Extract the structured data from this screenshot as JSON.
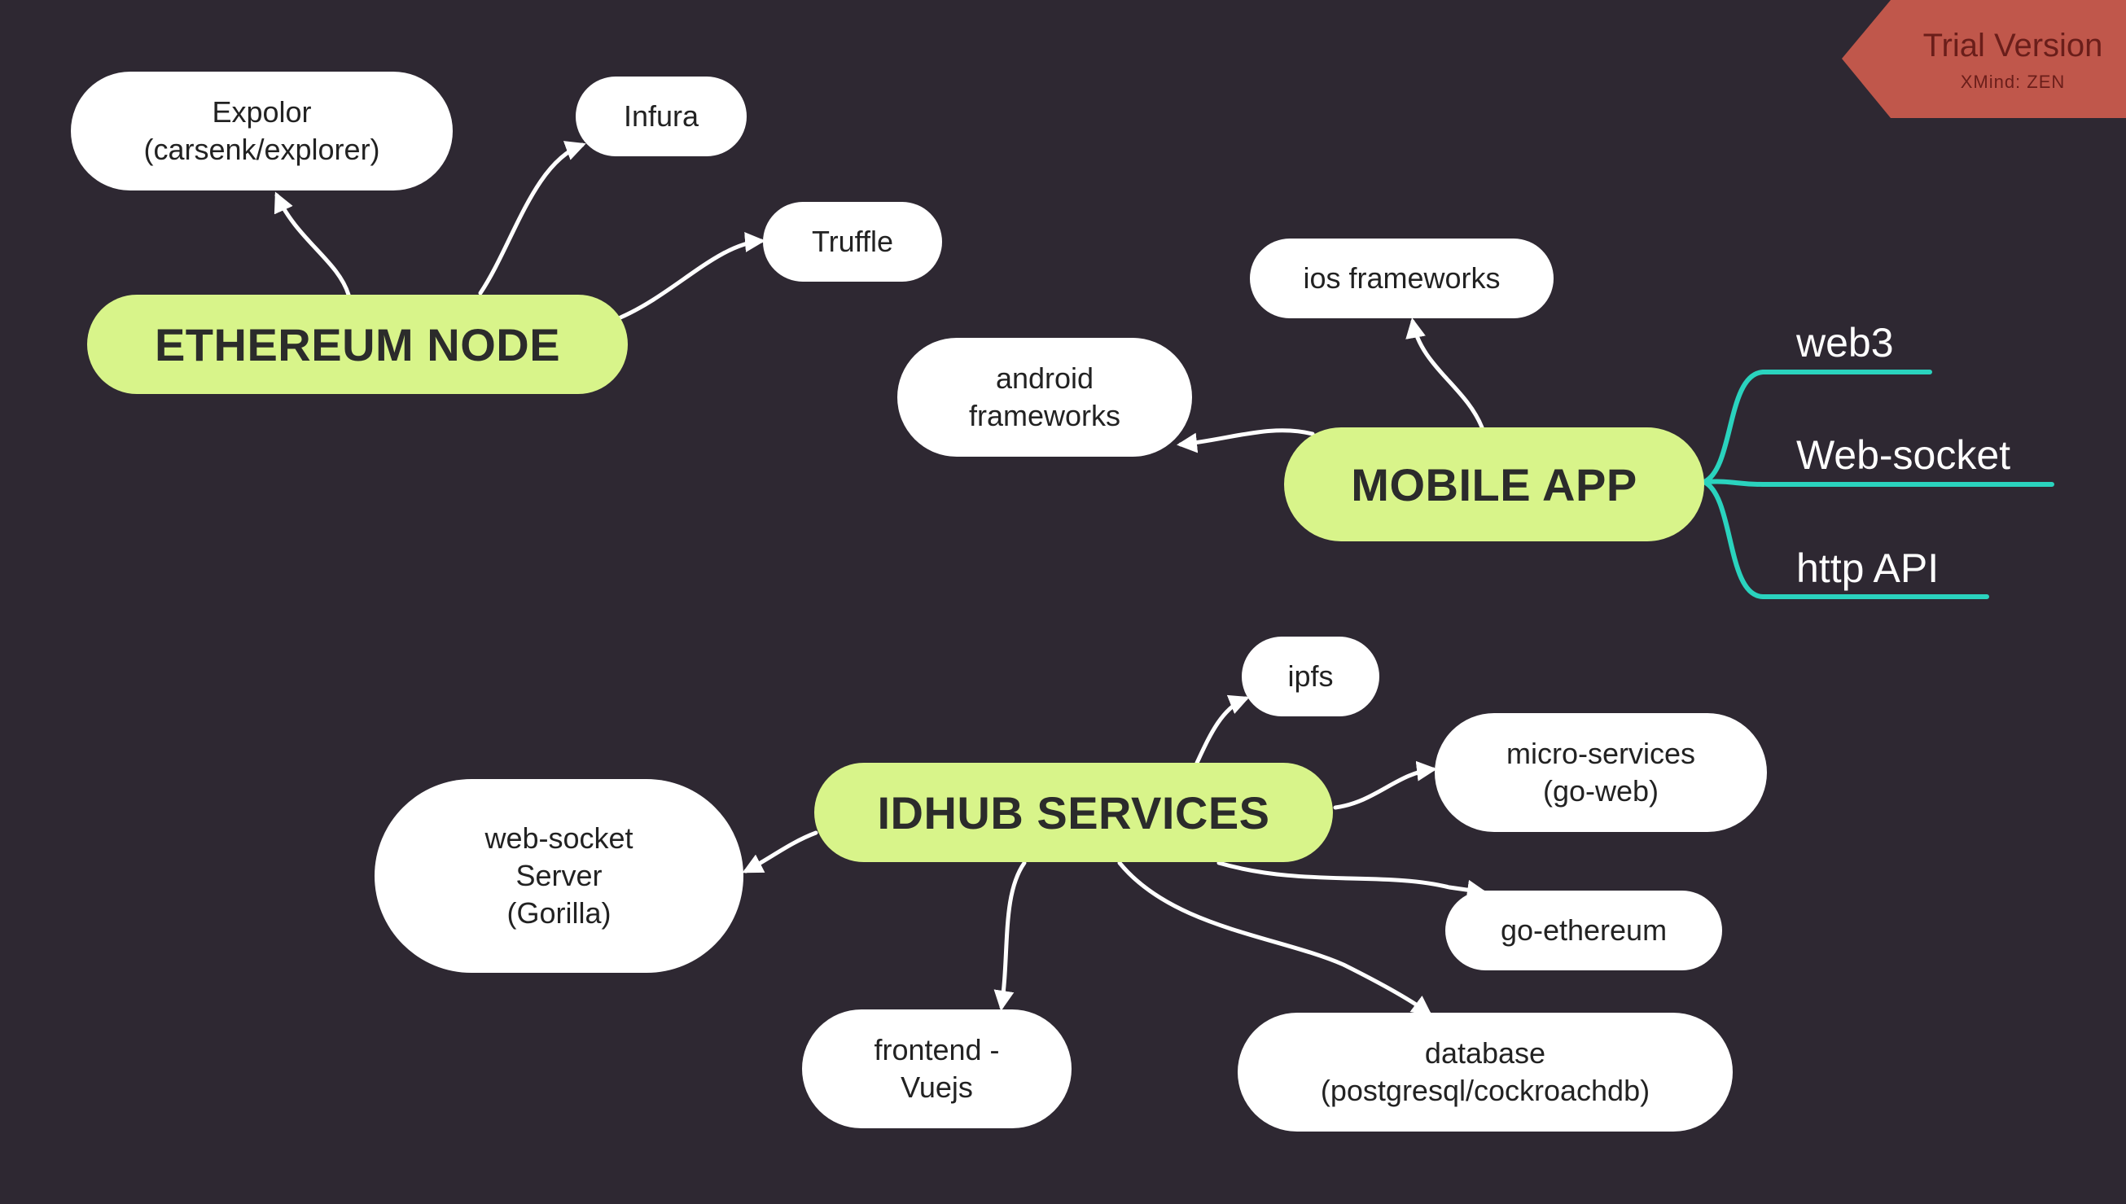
{
  "colors": {
    "background": "#2e2832",
    "main_node": "#d8f48a",
    "sub_node": "#ffffff",
    "connector": "#ffffff",
    "branch": "#2ad3be",
    "watermark": "#c0574b"
  },
  "watermark": {
    "title": "Trial Version",
    "subtitle": "XMind: ZEN"
  },
  "topics": {
    "ethereum_node": {
      "label": "ETHEREUM NODE",
      "children": {
        "explorer": "Expolor\n(carsenk/explorer)",
        "infura": "Infura",
        "truffle": "Truffle"
      }
    },
    "mobile_app": {
      "label": "MOBILE APP",
      "children": {
        "ios": "ios frameworks",
        "android": "android\nframeworks"
      },
      "branches": [
        "web3",
        "Web-socket",
        "http API"
      ]
    },
    "idhub_services": {
      "label": "IDHUB SERVICES",
      "children": {
        "ipfs": "ipfs",
        "micro_services": "micro-services\n(go-web)",
        "go_ethereum": "go-ethereum",
        "database": "database\n(postgresql/cockroachdb)",
        "frontend": "frontend -\nVuejs",
        "websocket_server": "web-socket\nServer\n(Gorilla)"
      }
    }
  }
}
